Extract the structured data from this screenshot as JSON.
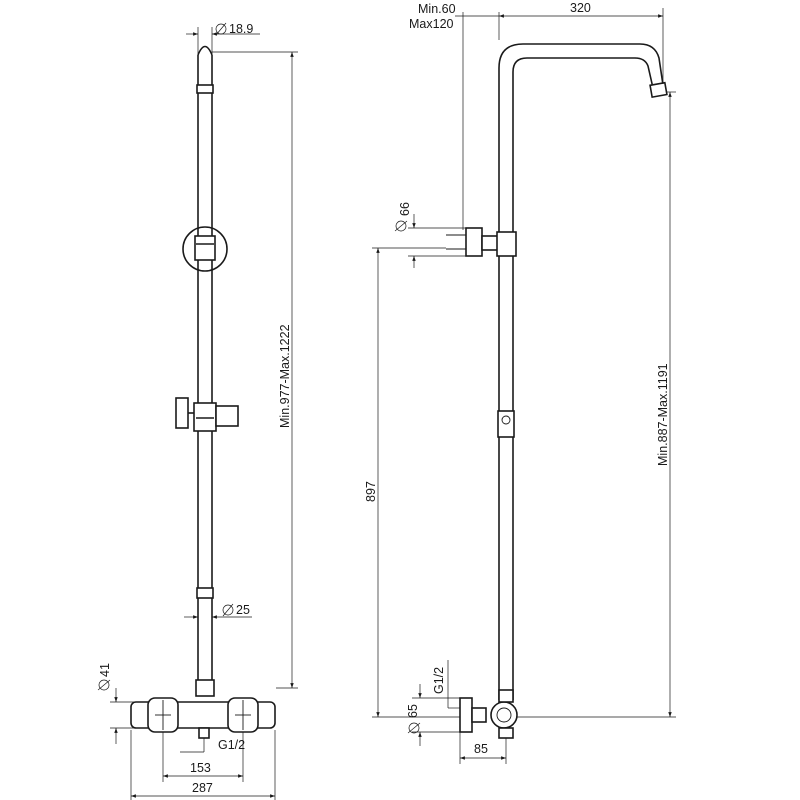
{
  "drawing": {
    "front_view": {
      "pipe_top_diameter": "18.9",
      "column_diameter": "25",
      "height_range": "Min.977-Max.1222",
      "mixer_diameter": "41",
      "inlet_thread": "G1/2",
      "inlet_spacing": "153",
      "mixer_width": "287"
    },
    "side_view": {
      "wall_offset_min": "Min.60",
      "wall_offset_max": "Max120",
      "arm_projection": "320",
      "bracket_diameter": "66",
      "bracket_height": "897",
      "head_height_range": "Min.887-Max.1191",
      "inlet_thread": "G1/2",
      "inlet_flange_diameter": "65",
      "inlet_offset": "85"
    }
  }
}
